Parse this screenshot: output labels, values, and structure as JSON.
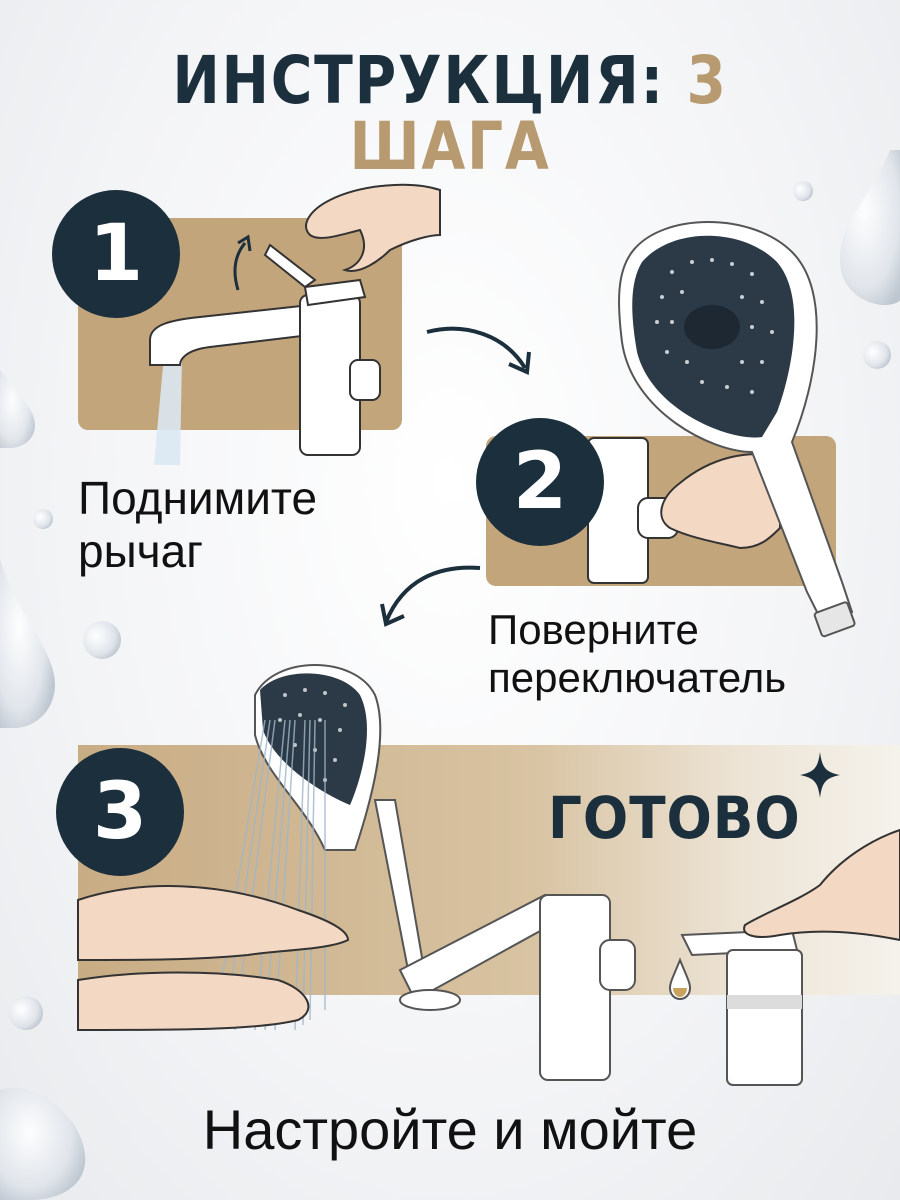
{
  "title": {
    "part1": "ИНСТРУКЦИЯ:",
    "part2": "3 ШАГА"
  },
  "colors": {
    "dark": "#1c2f3d",
    "gold": "#b79a70",
    "panel": "#c3a57c",
    "white": "#ffffff"
  },
  "steps": [
    {
      "number": "1",
      "caption_line1": "Поднимите",
      "caption_line2": "рычаг"
    },
    {
      "number": "2",
      "caption_line1": "Поверните",
      "caption_line2": "переключатель"
    },
    {
      "number": "3",
      "caption_line1": "Настройте и мойте",
      "caption_line2": ""
    }
  ],
  "done_label": "ГОТОВО",
  "icons": [
    "water-drop-icon",
    "sparkle-icon",
    "curved-arrow-icon",
    "faucet-icon",
    "shower-head-icon",
    "hand-icon"
  ]
}
